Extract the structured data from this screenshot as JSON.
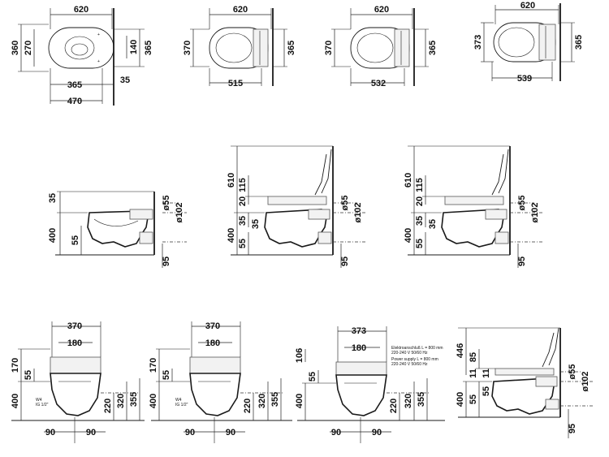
{
  "top_views": [
    {
      "w": "620",
      "l1": "360",
      "l2": "270",
      "r1": "140",
      "r2": "365",
      "b1": "365",
      "b2": "35",
      "b3": "470"
    },
    {
      "w": "620",
      "l1": "370",
      "r1": "365",
      "b1": "515"
    },
    {
      "w": "620",
      "l1": "370",
      "r1": "365",
      "b1": "532"
    },
    {
      "w": "620",
      "l1": "373",
      "r1": "365",
      "b1": "539"
    }
  ],
  "side_views": [
    {
      "top": "35",
      "h": "400",
      "low": "55",
      "p1": "ø55",
      "p2": "ø102",
      "bot": "95"
    },
    {
      "h1": "610",
      "h2": "115",
      "h3": "20",
      "h4": "35",
      "h": "400",
      "low": "55",
      "low2": "35",
      "p1": "ø55",
      "p2": "ø102",
      "bot": "95"
    },
    {
      "h1": "610",
      "h2": "115",
      "h3": "20",
      "h4": "35",
      "h": "400",
      "low": "55",
      "low2": "35",
      "p1": "ø55",
      "p2": "ø102",
      "bot": "95"
    }
  ],
  "front_views": [
    {
      "w": "370",
      "w2": "180",
      "h1": "170",
      "h2": "55",
      "h": "400",
      "v1": "220",
      "v2": "320",
      "v3": "355",
      "b1": "90",
      "b2": "90",
      "n1": "W4",
      "n2": "IG 1/2\""
    },
    {
      "w": "370",
      "w2": "180",
      "h1": "170",
      "h2": "55",
      "h": "400",
      "v1": "220",
      "v2": "320",
      "v3": "355",
      "b1": "90",
      "b2": "90",
      "n1": "W4",
      "n2": "IG 1/2\""
    },
    {
      "w": "373",
      "w2": "180",
      "h1": "106",
      "h2": "55",
      "h": "400",
      "v1": "220",
      "v2": "320",
      "v3": "355",
      "b1": "90",
      "b2": "90",
      "e1": "Elektroanschluß L = 800 mm",
      "e2": "220-240 V  50/60 Hz",
      "e3": "Power supply L = 800 mm",
      "e4": "220-240 V  50/60 Hz"
    }
  ],
  "last_side": {
    "h1": "446",
    "h2": "85",
    "h3": "11",
    "h4": "11",
    "h": "400",
    "low": "55",
    "low2": "55",
    "p1": "ø55",
    "p2": "ø102",
    "bot": "95"
  }
}
